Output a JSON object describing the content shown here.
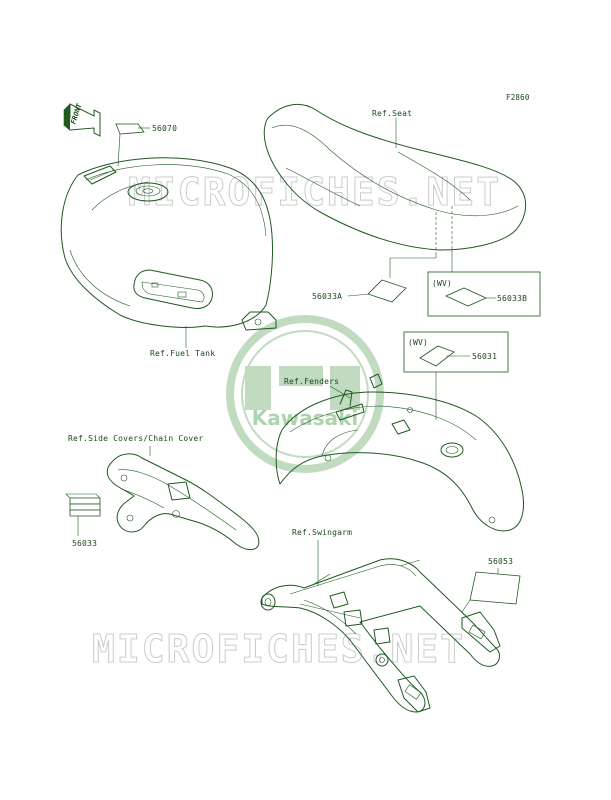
{
  "figure_code": "F2860",
  "watermark": {
    "site_text": "MICROFICHES.NET",
    "logo_text": "Kawasaki",
    "color": "#8fbf8f"
  },
  "front_arrow": {
    "text": "FRONT"
  },
  "labels": {
    "p56070": "56070",
    "ref_seat": "Ref.Seat",
    "p56033A": "56033A",
    "wv_1": "(WV)",
    "p56033B": "56033B",
    "ref_fuel_tank": "Ref.Fuel Tank",
    "wv_2": "(WV)",
    "p56031": "56031",
    "ref_fenders": "Ref.Fenders",
    "ref_side_covers": "Ref.Side Covers/Chain Cover",
    "p56033": "56033",
    "ref_swingarm": "Ref.Swingarm",
    "p56053": "56053"
  },
  "colors": {
    "line": "#1f5a1f",
    "text": "#1a4a1a",
    "background": "#ffffff"
  }
}
